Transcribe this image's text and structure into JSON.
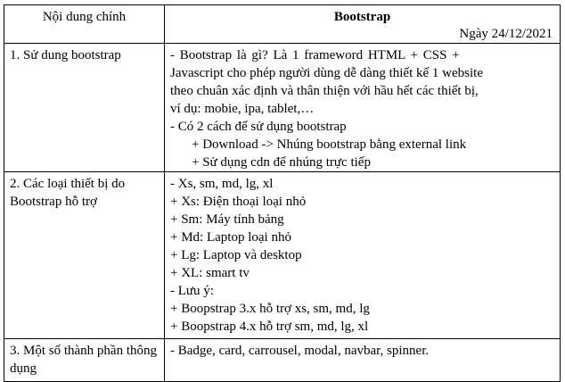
{
  "header": {
    "left_title": "Nội dung chính",
    "right_title": "Bootstrap",
    "date": "Ngày 24/12/2021"
  },
  "rows": [
    {
      "topic": "1. Sử dung bootstrap",
      "content": {
        "intro_lines": [
          "- Bootstrap là gì? Là 1 frameword HTML + CSS +",
          "Javascript cho phép người dùng dễ dàng thiết kế 1 website",
          "theo chuân xác định và thân thiện với hầu hết các thiết bị,",
          "ví dụ: mobie, ipa, tablet,…"
        ],
        "ways_title": "- Có 2 cách để sử dụng bootstrap",
        "ways": [
          "+ Download -> Nhúng bootstrap bằng external link",
          "+ Sử dụng cdn để nhúng trực tiếp"
        ]
      }
    },
    {
      "topic": "2. Các loại thiết bị do Bootstrap hỗ trợ",
      "content": {
        "lines": [
          "- Xs, sm, md, lg, xl",
          "+ Xs: Điện thoại loại nhỏ",
          "+ Sm: Máy tính bảng",
          "+ Md: Laptop loại nhỏ",
          "+ Lg: Laptop và desktop",
          "+ XL: smart tv",
          "- Lưu ý:",
          "+ Boopstrap 3.x hỗ trợ xs, sm, md, lg",
          "+ Boopstrap 4.x hỗ trợ sm, md, lg, xl"
        ]
      }
    },
    {
      "topic": "3. Một số thành phần thông dụng",
      "content": {
        "lines": [
          "- Badge, card, carrousel, modal, navbar, spinner."
        ]
      }
    }
  ]
}
